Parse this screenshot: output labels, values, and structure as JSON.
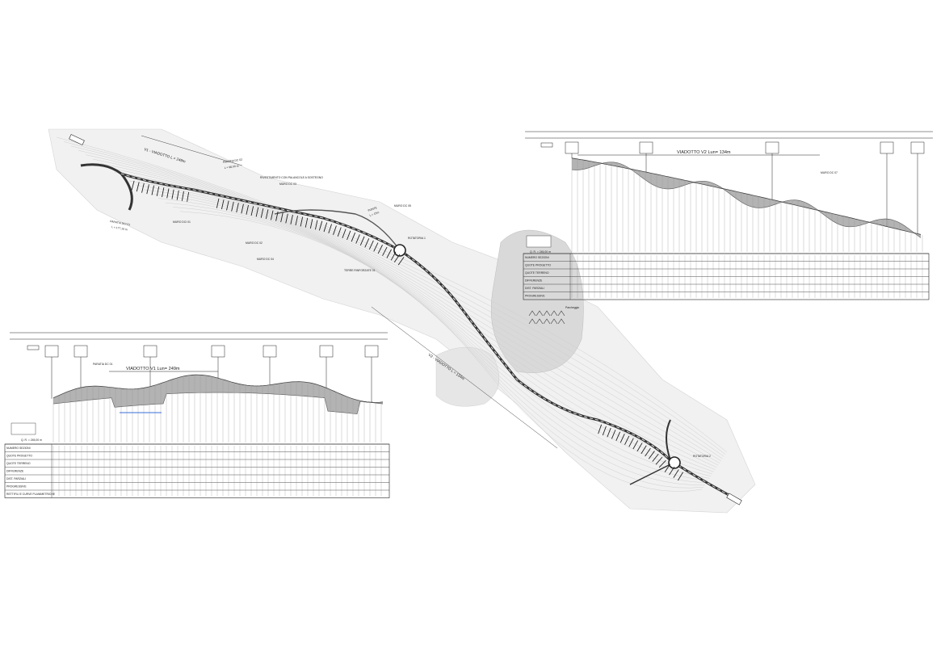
{
  "plan": {
    "viaduct_v1_label": "V1 - VIADOTTO  L = 249m",
    "viaduct_v2_label": "V2 - VIADOTTO  L = 134m",
    "paratia_d1": "PARATIA DCI 01",
    "paratia_d1_len": "L = 177,10 m",
    "paratia_d2": "PARATIA DC 02",
    "paratia_d2_len": "L = 96,00 m",
    "rinforzo": "RIVESTIMENTO CON PALANCOLE A SOSTEGNO",
    "muro_01": "MURO DCI 01",
    "muro_02": "MURO DC 02",
    "muro_03": "MURO DC 03",
    "muro_04": "MURO DC 04",
    "muro_05": "MURO DC 05",
    "ponte_label": "PONTE",
    "ponte_len": "L = 15m",
    "rotatoria_1": "ROTATORIA 1",
    "rotatoria_2": "ROTATORIA 2",
    "terre_rinforzate": "TERRE RINFORZATE 01",
    "parcheggio": "Parcheggio"
  },
  "profile_left": {
    "title": "VIADOTTO V1 Lun= 249m",
    "paratia": "PARATIA DC 01",
    "scale": "Q. R. = 245,00 m",
    "rows": [
      "NUMERO SEZIONI",
      "QUOTE PROGETTO",
      "QUOTE TERRENO",
      "DIFFERENZE",
      "DIST. PARZIALI",
      "PROGRESSIVE",
      "RETTIFILI E CURVE PLANIMETRICHE"
    ]
  },
  "profile_right": {
    "title": "VIADOTTO V2 Lun= 134m",
    "muro": "MURO DC 07",
    "scale": "Q. R. = 245,00 m",
    "rows": [
      "NUMERO SEZIONI",
      "QUOTE PROGETTO",
      "QUOTE TERRENO",
      "DIFFERENZE",
      "DIST. PARZIALI",
      "PROGRESSIVE"
    ]
  },
  "colors": {
    "ink": "#222222",
    "terrain": "#dcdcdc",
    "hatch": "#8a8a8a",
    "accent": "#3a6fd8"
  }
}
